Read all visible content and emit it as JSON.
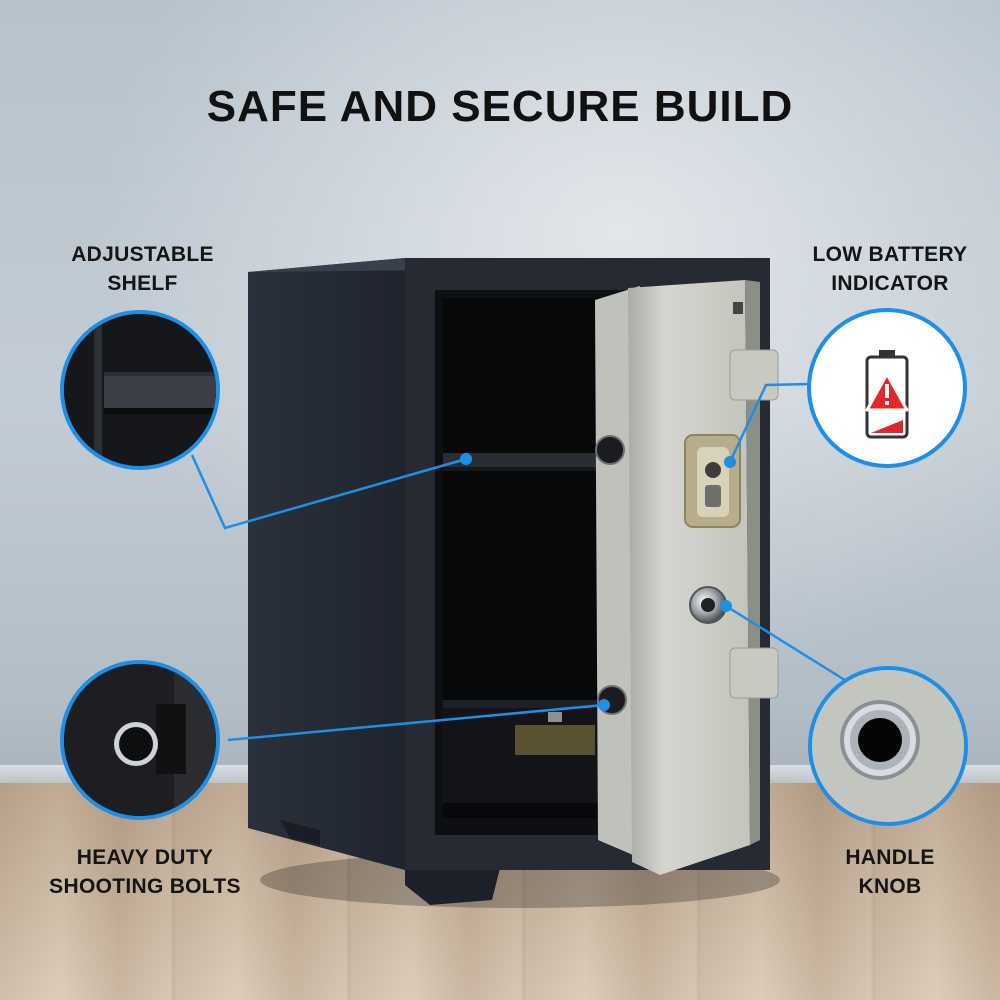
{
  "title": "SAFE AND SECURE BUILD",
  "features": {
    "adjustable_shelf": {
      "line1": "ADJUSTABLE",
      "line2": "SHELF"
    },
    "low_battery": {
      "line1": "LOW BATTERY",
      "line2": "INDICATOR"
    },
    "shooting_bolts": {
      "line1": "HEAVY DUTY",
      "line2": "SHOOTING BOLTS"
    },
    "handle_knob": {
      "line1": "HANDLE",
      "line2": "KNOB"
    }
  },
  "colors": {
    "accent": "#1e8fe6",
    "safe_body": "#2a2f3a",
    "safe_door": "#c9cbc3",
    "battery_alert": "#e0282a"
  },
  "icons": [
    "low-battery-warning-icon"
  ]
}
